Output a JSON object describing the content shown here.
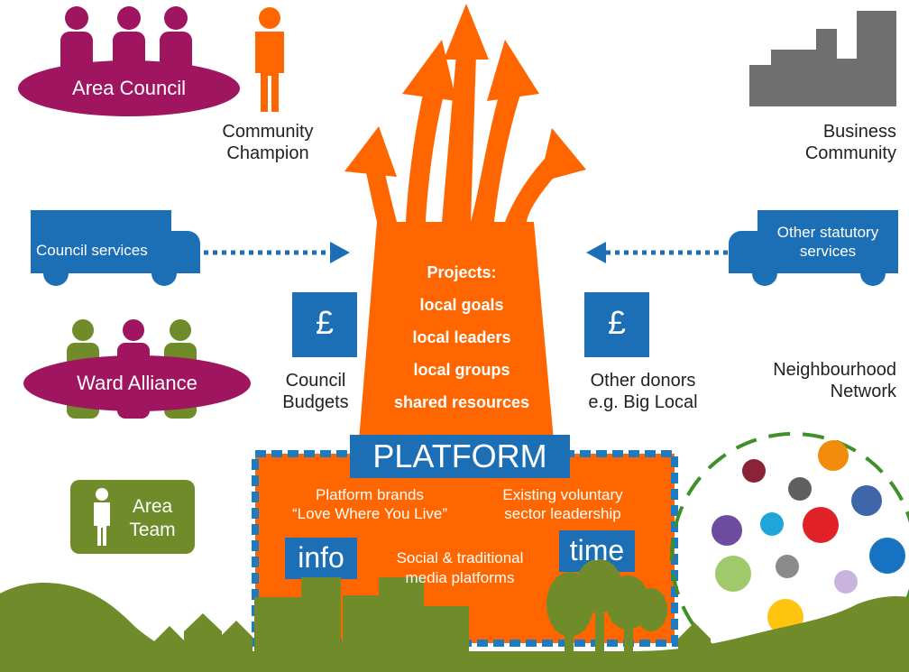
{
  "colors": {
    "orange": "#ff6600",
    "blue": "#1c6fb5",
    "magenta": "#a0155f",
    "olive": "#6f8b2a",
    "grey": "#6f6f6f",
    "platform_border": "#1e7bc0"
  },
  "stakeholders": {
    "area_council": "Area Council",
    "community_champion": [
      "Community",
      "Champion"
    ],
    "business_community": [
      "Business",
      "Community"
    ],
    "council_services": "Council services",
    "other_statutory_services": [
      "Other statutory",
      "services"
    ],
    "ward_alliance": "Ward Alliance",
    "area_team": [
      "Area",
      "Team"
    ],
    "neighbourhood_network": [
      "Neighbourhood",
      "Network"
    ]
  },
  "funding": {
    "currency_symbol": "£",
    "council_budgets": [
      "Council",
      "Budgets"
    ],
    "other_donors": [
      "Other donors",
      "e.g. Big Local"
    ]
  },
  "projects": {
    "heading": "Projects:",
    "items": [
      "local goals",
      "local leaders",
      "local groups",
      "shared resources"
    ]
  },
  "platform": {
    "title": "PLATFORM",
    "brands": [
      "Platform brands",
      "“Love Where You Live”"
    ],
    "voluntary": [
      "Existing voluntary",
      "sector leadership"
    ],
    "media": [
      "Social & traditional",
      "media platforms"
    ],
    "info_label": "info",
    "time_label": "time"
  },
  "icons": [
    "person-icon",
    "building-icon",
    "truck-icon",
    "pound-sign-icon",
    "arrow-icon",
    "tree-icon",
    "house-icon",
    "network-dot-icon"
  ]
}
